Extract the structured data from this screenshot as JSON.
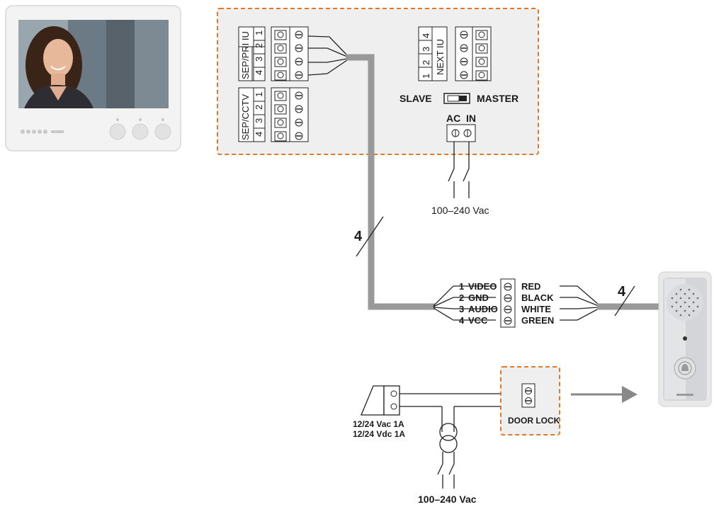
{
  "monitor": {
    "icon": "video-intercom-monitor",
    "screen_content": "woman-portrait"
  },
  "interface_box": {
    "border_color": "#e07a2b",
    "fill_color": "#efefef",
    "connector_sep_pri": {
      "label": "SEP/PRI IU",
      "pins": [
        "1",
        "2",
        "3",
        "4"
      ]
    },
    "connector_sep_cctv": {
      "label": "SEP/CCTV",
      "pins": [
        "1",
        "2",
        "3",
        "4"
      ]
    },
    "connector_next": {
      "label": "NEXT IU",
      "pins": [
        "1",
        "2",
        "3",
        "4"
      ]
    },
    "switch": {
      "left_label": "SLAVE",
      "right_label": "MASTER",
      "position": "MASTER"
    },
    "ac_in": {
      "label": "AC  IN"
    }
  },
  "mains_top": {
    "label": "100–240 Vac"
  },
  "bus_cable": {
    "conductors_left": "4",
    "conductors_right": "4",
    "color": "#999999"
  },
  "terminal_block": {
    "rows": [
      {
        "num": "1",
        "signal": "VIDEO",
        "wire": "RED"
      },
      {
        "num": "2",
        "signal": "GND",
        "wire": "BLACK"
      },
      {
        "num": "3",
        "signal": "AUDIO",
        "wire": "WHITE"
      },
      {
        "num": "4",
        "signal": "VCC",
        "wire": "GREEN"
      }
    ]
  },
  "door_station": {
    "icon": "door-station-panel",
    "button_icon": "bell-icon"
  },
  "lock_circuit": {
    "power_labels": [
      "12/24 Vac 1A",
      "12/24 Vdc 1A"
    ],
    "door_lock_label": "DOOR LOCK",
    "mains_bottom": "100–240 Vac",
    "arrow_color": "#888888"
  }
}
